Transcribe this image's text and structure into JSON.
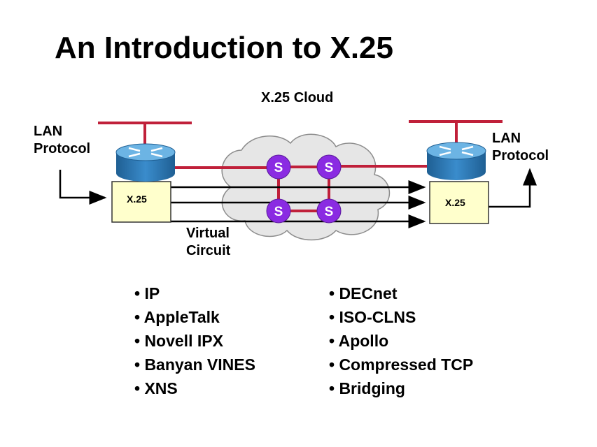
{
  "title": "An Introduction to X.25",
  "cloud_label": "X.25 Cloud",
  "left_lan_label": [
    "LAN",
    "Protocol"
  ],
  "right_lan_label": [
    "LAN",
    "Protocol"
  ],
  "left_device_label": "X.25",
  "right_device_label": "X.25",
  "virtual_circuit_label": [
    "Virtual",
    "Circuit"
  ],
  "switch_label": "S",
  "protocols_left": [
    "• IP",
    "• AppleTalk",
    "• Novell IPX",
    "• Banyan VINES",
    "• XNS"
  ],
  "protocols_right": [
    "• DECnet",
    "• ISO-CLNS",
    "• Apollo",
    "• Compressed TCP",
    "• Bridging"
  ],
  "colors": {
    "lan_line": "#c0203a",
    "router_body": "#2e7fbf",
    "router_top": "#6cb4e4",
    "switch": "#8a2be2",
    "device_box": "#ffffcc",
    "cloud": "#e6e6e6"
  }
}
